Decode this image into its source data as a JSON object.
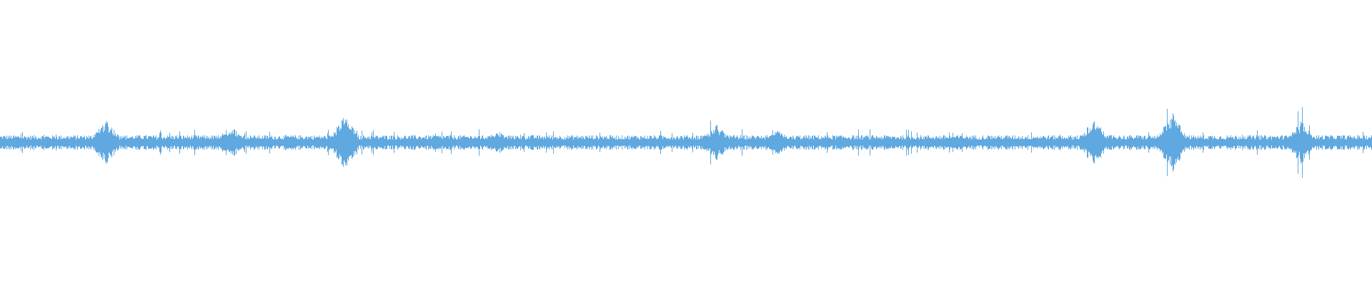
{
  "waveform": {
    "color": "#5fa8e0",
    "baseline_amplitude": 0.02,
    "bursts": [
      {
        "position": 0.077,
        "amplitude": 0.08
      },
      {
        "position": 0.169,
        "amplitude": 0.05
      },
      {
        "position": 0.251,
        "amplitude": 0.09
      },
      {
        "position": 0.362,
        "amplitude": 0.04
      },
      {
        "position": 0.522,
        "amplitude": 0.06
      },
      {
        "position": 0.567,
        "amplitude": 0.04
      },
      {
        "position": 0.797,
        "amplitude": 0.08
      },
      {
        "position": 0.854,
        "amplitude": 0.1
      },
      {
        "position": 0.948,
        "amplitude": 0.07
      }
    ]
  }
}
